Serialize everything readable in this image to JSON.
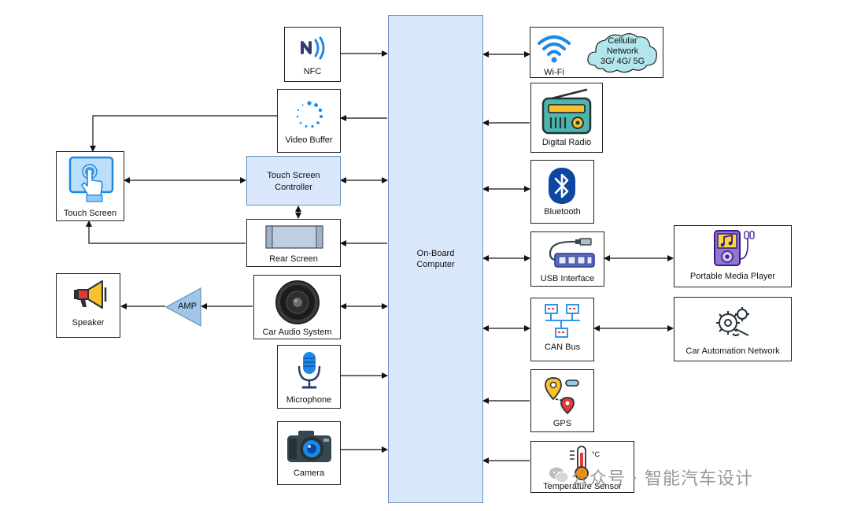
{
  "center": {
    "label_line1": "On-Board",
    "label_line2": "Computer"
  },
  "left": {
    "nfc": "NFC",
    "video_buffer": "Video Buffer",
    "touch_controller_line1": "Touch Screen",
    "touch_controller_line2": "Controller",
    "rear_screen": "Rear Screen",
    "car_audio": "Car Audio System",
    "microphone": "Microphone",
    "camera": "Camera",
    "touch_screen": "Touch Screen",
    "speaker": "Speaker",
    "amp": "AMP"
  },
  "right": {
    "wifi": "Wi-Fi",
    "cellular_line1": "Cellular",
    "cellular_line2": "Network",
    "cellular_line3": "3G/ 4G/ 5G",
    "digital_radio": "Digital Radio",
    "bluetooth": "Bluetooth",
    "usb": "USB Interface",
    "portable_media": "Portable Media Player",
    "can_bus": "CAN Bus",
    "car_automation": "Car Automation Network",
    "gps": "GPS",
    "temperature": "Temperature Sensor",
    "temp_unit": "°C"
  },
  "watermark": "公众号 · 智能汽车设计",
  "colors": {
    "blue_fill": "#dae8fc",
    "blue_stroke": "#6c8ebf",
    "icon_blue": "#1e88e5"
  }
}
